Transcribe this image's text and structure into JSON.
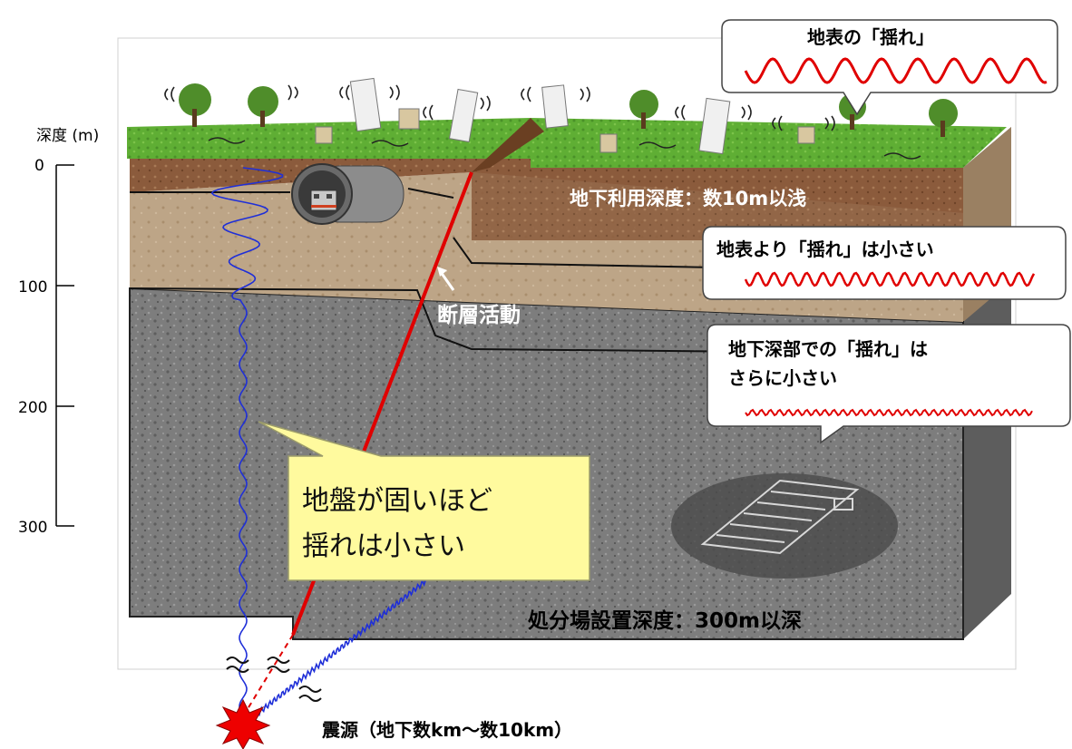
{
  "axis": {
    "title": "深度 (m)",
    "ticks": [
      "0",
      "100",
      "200",
      "300"
    ]
  },
  "labels": {
    "surface_shaking": "地表の「揺れ」",
    "underground_use_depth": "地下利用深度：数10m以浅",
    "smaller_than_surface": "地表より「揺れ」は小さい",
    "fault_activity": "断層活動",
    "deep_shaking_line1": "地下深部での「揺れ」は",
    "deep_shaking_line2": "さらに小さい",
    "hard_ground_line1": "地盤が固いほど",
    "hard_ground_line2": "揺れは小さい",
    "disposal_depth": "処分場設置深度：300m以深",
    "hypocenter": "震源（地下数km～数10km）"
  },
  "colors": {
    "fault": "#e00000",
    "wave_blue": "#1f2fd8",
    "wave_red": "#e00000",
    "grass": "#5aa531",
    "topsoil": "#8a5a3a",
    "sediment": "#b9a184",
    "bedrock": "#7a7a7a",
    "callout_yellow": "#fffa9e"
  }
}
